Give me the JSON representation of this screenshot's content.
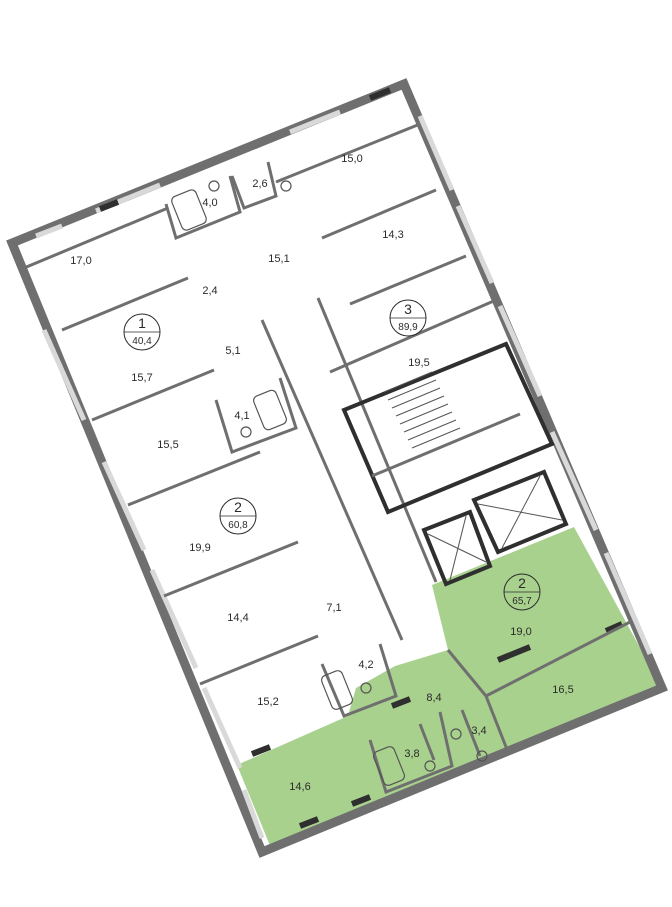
{
  "colors": {
    "wall": "#6f6f6f",
    "wall_dark": "#2f2f2f",
    "window": "#d9d9d9",
    "highlight_fill": "#a9d18e",
    "highlight_stroke": "#8fbf6f",
    "line": "#555555"
  },
  "units": [
    {
      "id": "unit-1",
      "number": "1",
      "area": "40,4"
    },
    {
      "id": "unit-2-left",
      "number": "2",
      "area": "60,8"
    },
    {
      "id": "unit-3",
      "number": "3",
      "area": "89,9"
    },
    {
      "id": "unit-2-highlighted",
      "number": "2",
      "area": "65,7",
      "highlighted": true
    }
  ],
  "rooms": [
    {
      "id": "r17-0",
      "area": "17,0"
    },
    {
      "id": "r4-0",
      "area": "4,0"
    },
    {
      "id": "r2-6",
      "area": "2,6"
    },
    {
      "id": "r15-0",
      "area": "15,0"
    },
    {
      "id": "r15-1",
      "area": "15,1"
    },
    {
      "id": "r14-3",
      "area": "14,3"
    },
    {
      "id": "r2-4",
      "area": "2,4"
    },
    {
      "id": "r5-1",
      "area": "5,1"
    },
    {
      "id": "r15-7",
      "area": "15,7"
    },
    {
      "id": "r19-5",
      "area": "19,5"
    },
    {
      "id": "r4-1",
      "area": "4,1"
    },
    {
      "id": "r15-5",
      "area": "15,5"
    },
    {
      "id": "r19-9",
      "area": "19,9"
    },
    {
      "id": "r14-4",
      "area": "14,4"
    },
    {
      "id": "r7-1",
      "area": "7,1"
    },
    {
      "id": "r19-0",
      "area": "19,0"
    },
    {
      "id": "r4-2",
      "area": "4,2"
    },
    {
      "id": "r15-2",
      "area": "15,2"
    },
    {
      "id": "r8-4",
      "area": "8,4"
    },
    {
      "id": "r16-5",
      "area": "16,5"
    },
    {
      "id": "r3-8",
      "area": "3,8"
    },
    {
      "id": "r3-4",
      "area": "3,4"
    },
    {
      "id": "r14-6",
      "area": "14,6"
    }
  ]
}
